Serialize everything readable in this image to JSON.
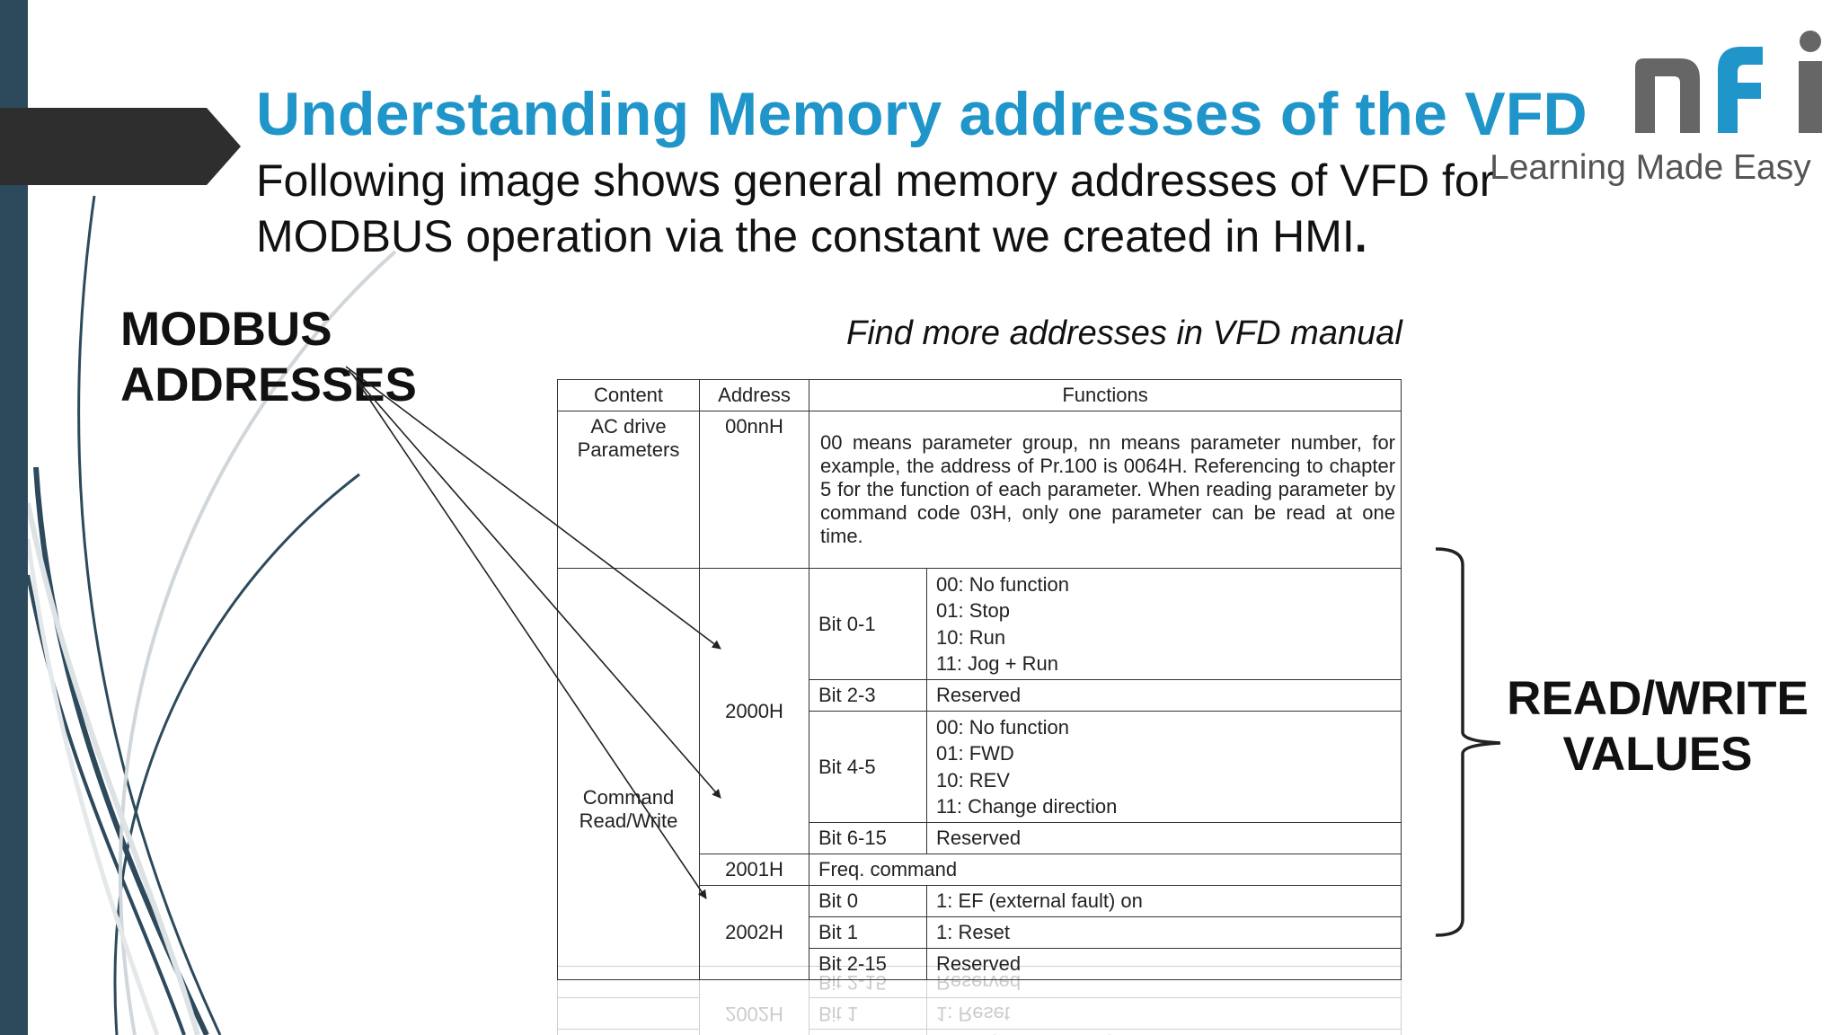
{
  "title": "Understanding Memory addresses of the VFD",
  "subtitle": {
    "line1": "Following image shows general memory addresses of VFD for",
    "line2_text": "MODBUS operation via the constant we created in HMI",
    "line2_period": "."
  },
  "logo": {
    "letters": "nfi",
    "tagline": "Learning Made Easy"
  },
  "left_label": {
    "line1": "MODBUS",
    "line2": "ADDRESSES"
  },
  "right_label": {
    "line1": "READ/WRITE",
    "line2": "VALUES"
  },
  "note": "Find more addresses in VFD manual",
  "colors": {
    "title": "#1f95c9",
    "sidebar": "#2c4a5c",
    "logo_gray": "#666666",
    "logo_blue": "#1f95c9"
  },
  "table": {
    "headers": {
      "content": "Content",
      "address": "Address",
      "functions": "Functions"
    },
    "ac": {
      "content_l1": "AC drive",
      "content_l2": "Parameters",
      "address": "00nnH",
      "desc": "00 means parameter group, nn means parameter number, for example, the address of Pr.100 is 0064H. Referencing to chapter 5 for the function of each parameter. When reading parameter by command code 03H, only one parameter can be read at one time."
    },
    "cmd": {
      "content_l1": "Command",
      "content_l2": "Read/Write"
    },
    "a2000": {
      "address": "2000H",
      "bit01": {
        "label": "Bit 0-1",
        "lines": [
          "00: No function",
          "01: Stop",
          "10: Run",
          "11: Jog + Run"
        ]
      },
      "bit23": {
        "label": "Bit 2-3",
        "value": "Reserved"
      },
      "bit45": {
        "label": "Bit 4-5",
        "lines": [
          "00: No function",
          "01: FWD",
          "10: REV",
          "11: Change direction"
        ]
      },
      "bit615": {
        "label": "Bit 6-15",
        "value": "Reserved"
      }
    },
    "a2001": {
      "address": "2001H",
      "value": "Freq. command"
    },
    "a2002": {
      "address": "2002H",
      "bit0": {
        "label": "Bit 0",
        "value": "1: EF (external fault) on"
      },
      "bit1": {
        "label": "Bit 1",
        "value": "1: Reset"
      },
      "bit215": {
        "label": "Bit 2-15",
        "value": "Reserved"
      }
    }
  }
}
